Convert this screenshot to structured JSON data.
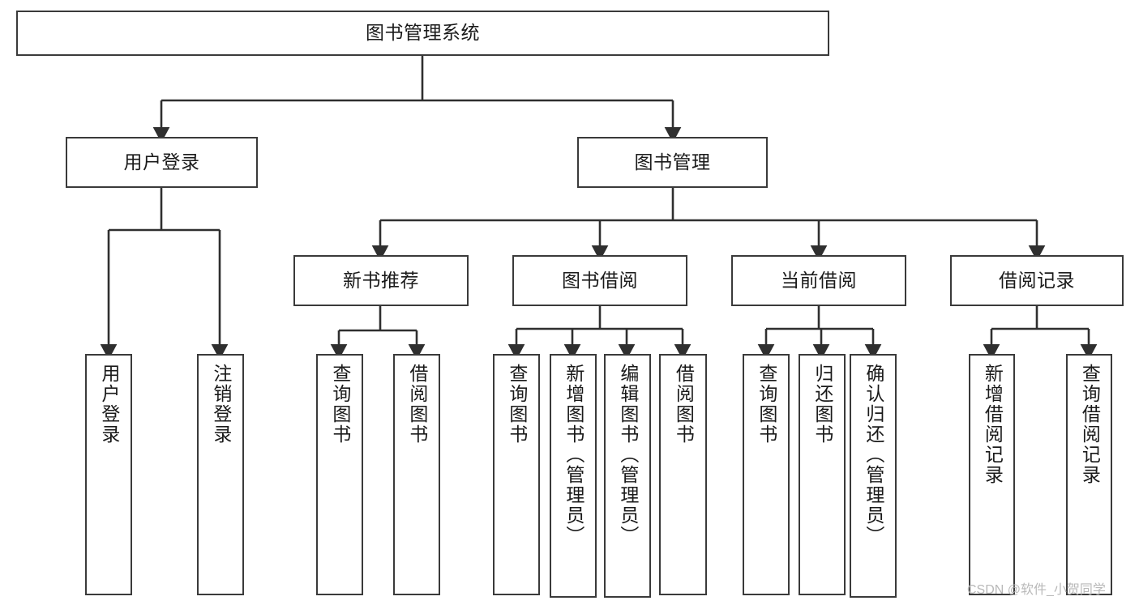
{
  "diagram": {
    "title": "图书管理系统",
    "type": "tree-hierarchy-diagram",
    "colors": {
      "box_border": "#3a3a3a",
      "box_fill": "#ffffff",
      "edge": "#2f2f2f",
      "text": "#1a1a1a",
      "watermark": "#b9b9b9"
    },
    "root": {
      "label": "图书管理系统"
    },
    "level1": [
      {
        "label": "用户登录"
      },
      {
        "label": "图书管理"
      }
    ],
    "level2": [
      {
        "label": "新书推荐"
      },
      {
        "label": "图书借阅"
      },
      {
        "label": "当前借阅"
      },
      {
        "label": "借阅记录"
      }
    ],
    "leaves": {
      "user_login": [
        {
          "label": "用户登录"
        },
        {
          "label": "注销登录"
        }
      ],
      "new_book_recommend": [
        {
          "label": "查询图书"
        },
        {
          "label": "借阅图书"
        }
      ],
      "book_borrow": [
        {
          "label": "查询图书"
        },
        {
          "label": "新增图书（管理员）"
        },
        {
          "label": "编辑图书（管理员）"
        },
        {
          "label": "借阅图书"
        }
      ],
      "current_borrow": [
        {
          "label": "查询图书"
        },
        {
          "label": "归还图书"
        },
        {
          "label": "确认归还（管理员）"
        }
      ],
      "borrow_record": [
        {
          "label": "新增借阅记录"
        },
        {
          "label": "查询借阅记录"
        }
      ]
    }
  },
  "watermark": {
    "text": "CSDN @软件_小贺同学"
  }
}
